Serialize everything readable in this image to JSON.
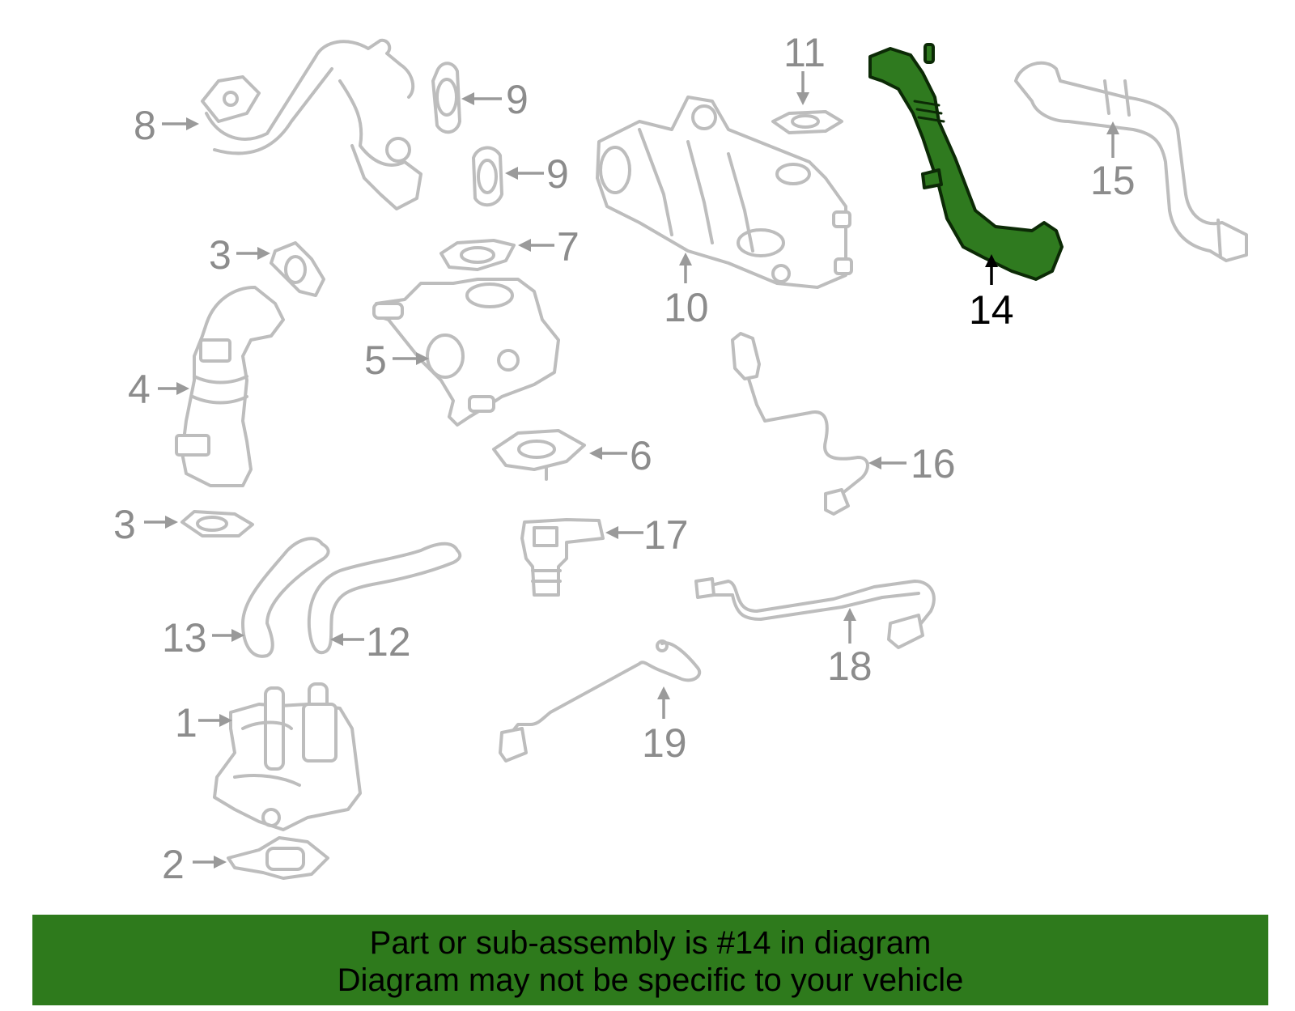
{
  "diagram": {
    "callouts": [
      "1",
      "2",
      "3",
      "3",
      "4",
      "5",
      "6",
      "7",
      "8",
      "9",
      "9",
      "10",
      "11",
      "12",
      "13",
      "14",
      "15",
      "16",
      "17",
      "18",
      "19"
    ],
    "highlighted_callout": "14",
    "highlight_color": "#2e7a1c",
    "part_line_color": "#bdbdbd"
  },
  "banner": {
    "line1": "Part or sub-assembly is #14 in diagram",
    "line2": "Diagram may not be specific to your vehicle",
    "background": "#2e7a1c"
  }
}
